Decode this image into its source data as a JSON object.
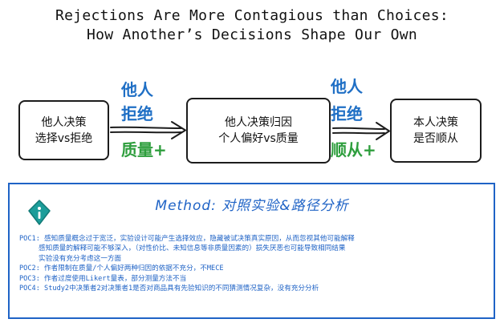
{
  "title": {
    "line1": "Rejections Are More Contagious than Choices:",
    "line2": "How Another’s Decisions Shape Our Own"
  },
  "flow": {
    "box1": {
      "line1": "他人决策",
      "line2": "选择vs拒绝"
    },
    "box2": {
      "line1": "他人决策归因",
      "line2": "个人偏好vs质量"
    },
    "box3": {
      "line1": "本人决策",
      "line2": "是否顺从"
    },
    "arrow1": {
      "top1": "他人",
      "top2": "拒绝",
      "bottom": "质量+"
    },
    "arrow2": {
      "top1": "他人",
      "top2": "拒绝",
      "bottom": "顺从+"
    }
  },
  "method": {
    "icon": "info-drop-icon",
    "heading": "Method: 对照实验&路径分析",
    "pocs": [
      {
        "line1": "POC1: 感知质量概念过于宽泛，实验设计可能产生选择效应，隐藏被试决策真实原因，从而忽视其他可能解释",
        "line2": "感知质量的解释可能不够深入，（对性价比、未知信息等非质量因素的）损失厌恶也可能导致相同结果",
        "line3": "实验没有充分考虑这一方面"
      },
      {
        "line1": "POC2: 作者限制在质量/个人偏好两种归因的依据不充分，不MECE"
      },
      {
        "line1": "POC3: 作者过度使用Likert量表，部分测量方法不当"
      },
      {
        "line1": "POC4: Study2中决策者2对决策者1是否对商品具有先验知识的不同猜测情况复杂，没有充分分析"
      }
    ]
  },
  "colors": {
    "accent_blue": "#1f63c6",
    "label_blue": "#1f6fc5",
    "label_green": "#2e9e3d",
    "icon_fill": "#1c9d9a"
  }
}
